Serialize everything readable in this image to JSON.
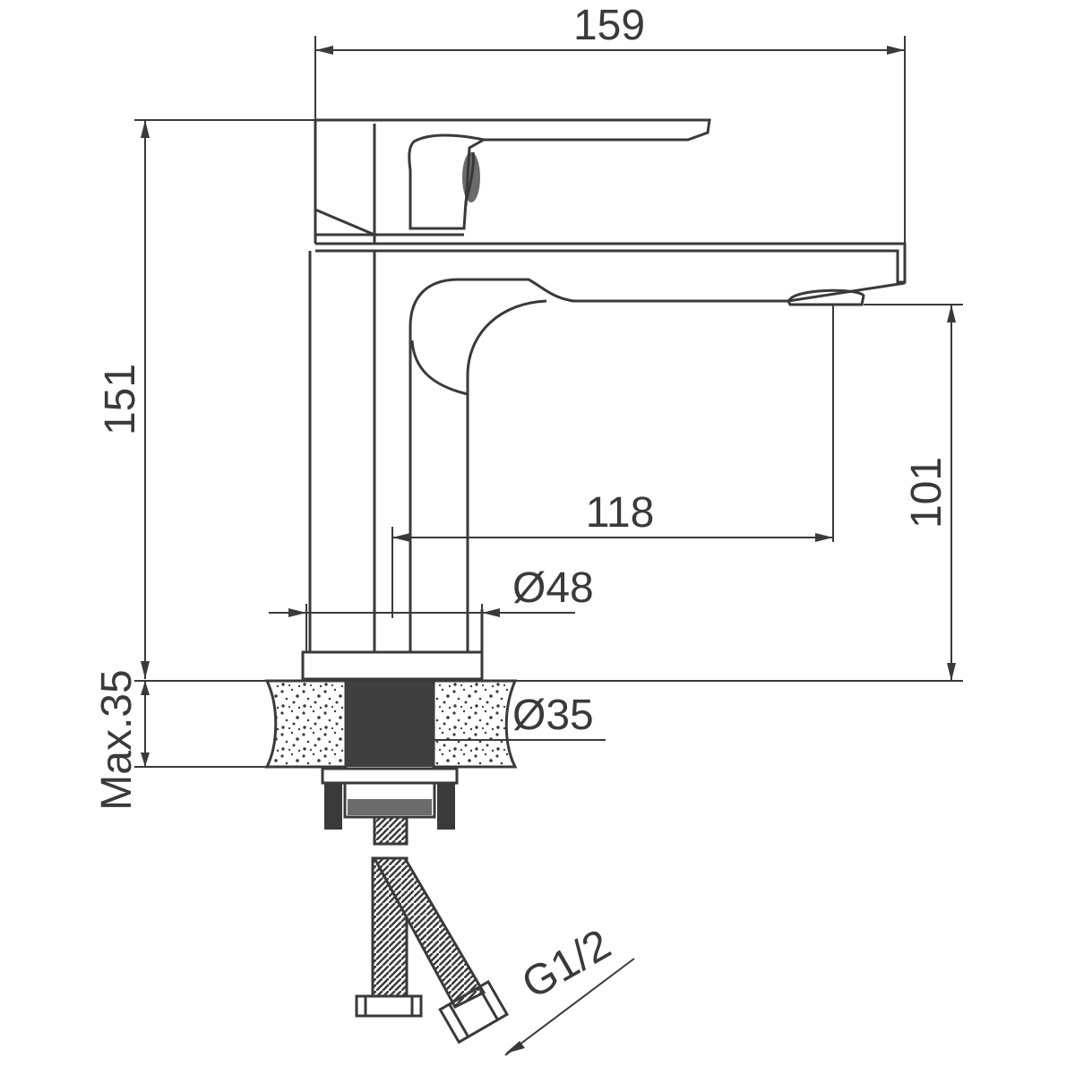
{
  "dimensions": {
    "total_length": "159",
    "total_height": "151",
    "spout_height": "101",
    "spout_reach": "118",
    "base_diameter": "Ø48",
    "hole_diameter": "Ø35",
    "max_counter_thickness": "Max.35",
    "hose_thread": "G1/2"
  },
  "colors": {
    "line": "#3a3a3a",
    "hole_fill": "#3f3f3f",
    "background": "#ffffff"
  }
}
